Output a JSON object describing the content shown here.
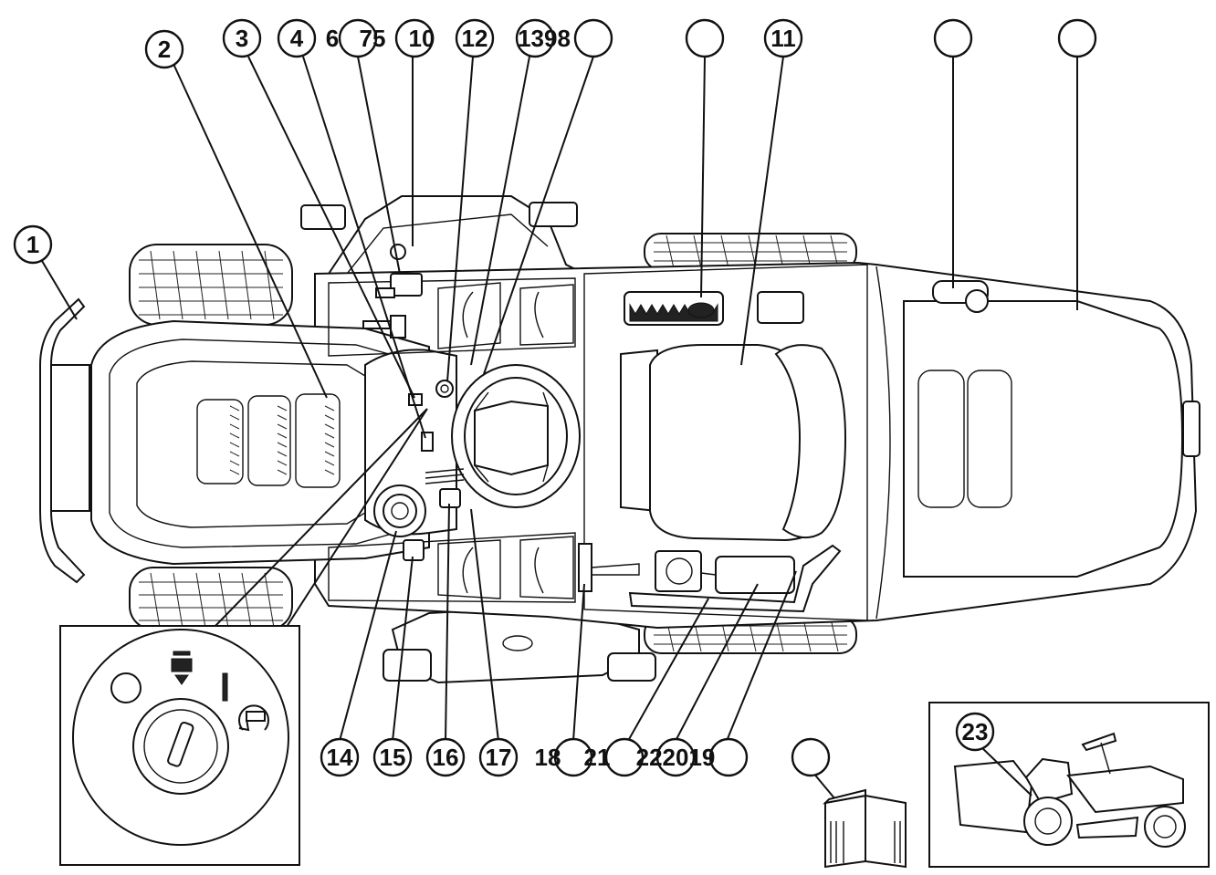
{
  "callouts": [
    {
      "id": "c1",
      "label": "1"
    },
    {
      "id": "c2",
      "label": "2"
    },
    {
      "id": "c3",
      "label": "3"
    },
    {
      "id": "c4",
      "label": "4"
    },
    {
      "id": "c6",
      "label": "6"
    },
    {
      "id": "c75",
      "label": "75"
    },
    {
      "id": "c10",
      "label": "10"
    },
    {
      "id": "c12",
      "label": "12"
    },
    {
      "id": "c1398",
      "label": "1398"
    },
    {
      "id": "c11",
      "label": "11"
    },
    {
      "id": "c14",
      "label": "14"
    },
    {
      "id": "c15",
      "label": "15"
    },
    {
      "id": "c16",
      "label": "16"
    },
    {
      "id": "c17",
      "label": "17"
    },
    {
      "id": "c18",
      "label": "18"
    },
    {
      "id": "c21",
      "label": "21"
    },
    {
      "id": "c222019",
      "label": "222019"
    },
    {
      "id": "c23",
      "label": "23"
    }
  ],
  "ignition_positions": {
    "off": "O",
    "on": "I"
  },
  "colors": {
    "line": "#111111",
    "background": "#ffffff"
  },
  "icons": [
    "ignition-switch-icon",
    "operator-manual-icon",
    "grass-collector-tractor-icon",
    "choke-icon",
    "engine-start-icon"
  ]
}
